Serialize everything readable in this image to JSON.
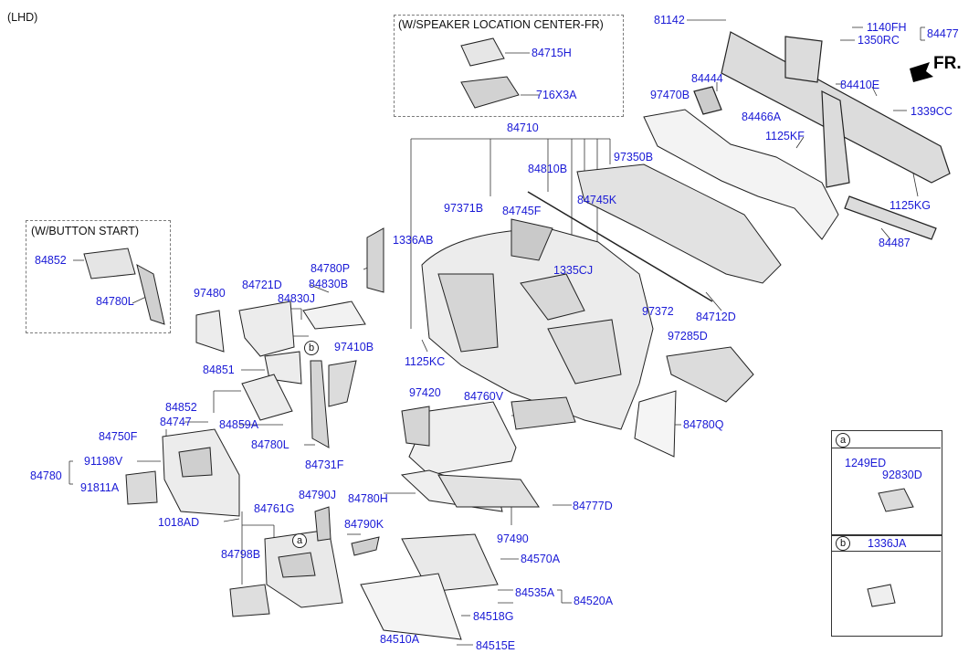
{
  "diagram": {
    "variant_label": "(LHD)",
    "direction_label": "FR.",
    "boxes": {
      "speaker": "(W/SPEAKER LOCATION CENTER-FR)",
      "button_start": "(W/BUTTON START)"
    },
    "detail_a": {
      "tag": "a",
      "labels": [
        "1249ED",
        "92830D"
      ]
    },
    "detail_b": {
      "tag": "b",
      "label": "1336JA"
    },
    "callout_tags": {
      "a": "a",
      "b": "b"
    },
    "part_labels": [
      "81142",
      "1140FH",
      "1350RC",
      "84477",
      "84715H",
      "716X3A",
      "84444",
      "84410E",
      "97470B",
      "84466A",
      "1339CC",
      "1125KF",
      "84710",
      "84810B",
      "97350B",
      "97371B",
      "84745K",
      "84745F",
      "1125KG",
      "84487",
      "1336AB",
      "1335CJ",
      "84852",
      "84780L",
      "84780P",
      "84830B",
      "97480",
      "84721D",
      "84830J",
      "97372",
      "84712D",
      "97285D",
      "97410B",
      "1125KC",
      "84851",
      "97420",
      "84760V",
      "84852",
      "84859A",
      "84747",
      "84780Q",
      "84750F",
      "84780L",
      "84731F",
      "91198V",
      "84780",
      "91811A",
      "84780H",
      "84790J",
      "84777D",
      "84761G",
      "1018AD",
      "84790K",
      "97490",
      "84798B",
      "84570A",
      "84535A",
      "84520A",
      "84518G",
      "84510A",
      "84515E"
    ]
  }
}
